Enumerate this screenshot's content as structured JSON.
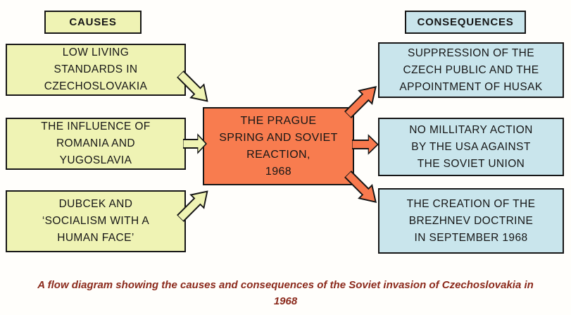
{
  "headers": {
    "causes": "CAUSES",
    "consequences": "CONSEQUENCES"
  },
  "causes": [
    "LOW LIVING\nSTANDARDS IN\nCZECHOSLOVAKIA",
    "THE INFLUENCE OF\nROMANIA AND\nYUGOSLAVIA",
    "DUBCEK AND\n‘SOCIALISM WITH A\nHUMAN FACE’"
  ],
  "center": "THE PRAGUE\nSPRING AND SOVIET\nREACTION,\n1968",
  "consequences": [
    "SUPPRESSION OF THE\nCZECH PUBLIC AND THE\nAPPOINTMENT OF HUSAK",
    "NO MILLITARY ACTION\nBY THE USA AGAINST\nTHE SOVIET UNION",
    "THE CREATION OF THE\nBREZHNEV DOCTRINE\nIN SEPTEMBER 1968"
  ],
  "caption": "A flow diagram showing the causes and consequences of the Soviet invasion of Czechoslovakia in\n1968",
  "colors": {
    "causes_fill": "#eff3b4",
    "consequences_fill": "#c9e5ec",
    "center_fill": "#f87c4f",
    "arrow_cause_fill": "#eff3b4",
    "arrow_consequence_fill": "#f8794e",
    "border": "#161616",
    "caption_text": "#8b2a1c"
  }
}
